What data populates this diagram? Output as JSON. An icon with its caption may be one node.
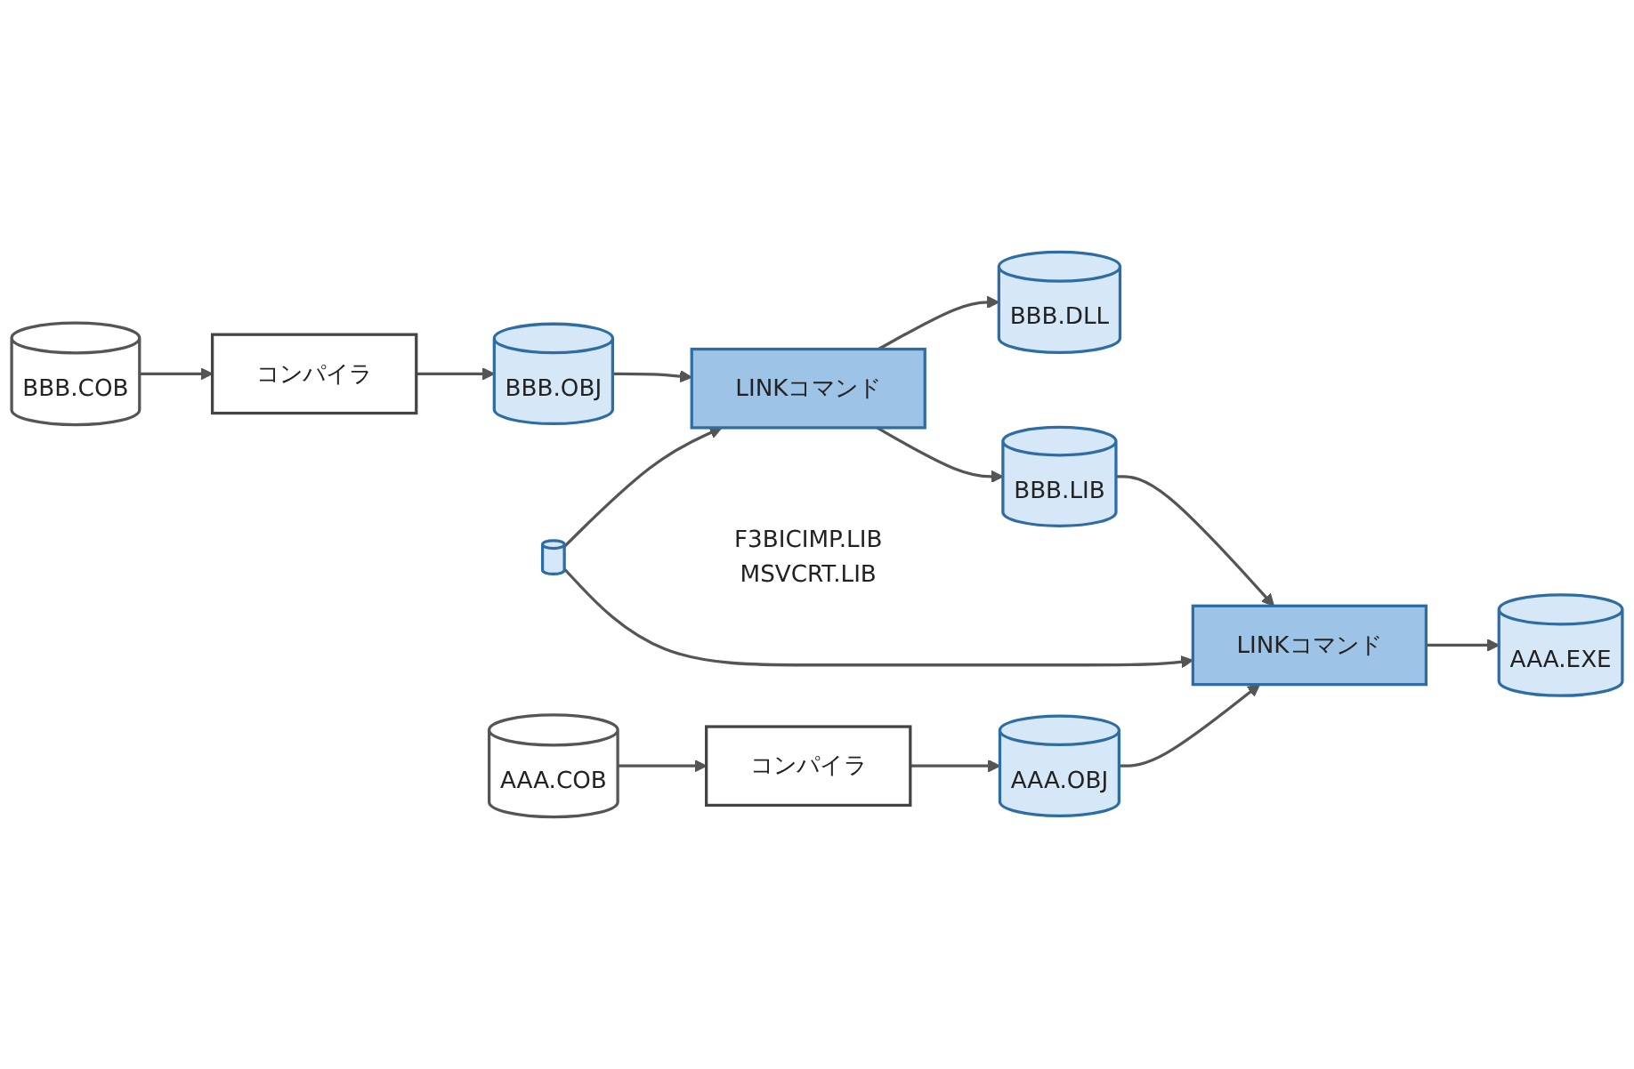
{
  "diagram": {
    "nodes": [
      {
        "text": [
          "BBB.COB"
        ]
      },
      {
        "text": [
          "コンパイラ"
        ]
      },
      {
        "text": [
          "BBB.OBJ"
        ]
      },
      {
        "text": [
          "LINKコマンド"
        ]
      },
      {
        "text": [
          "BBB.DLL"
        ]
      },
      {
        "text": [
          "BBB.LIB"
        ]
      },
      {
        "text": [],
        "shape": "cylinder",
        "beside": [
          "F3BICIMP.LIB",
          "MSVCRT.LIB"
        ]
      },
      {
        "text": [
          "AAA.COB"
        ]
      },
      {
        "text": [
          "コンパイラ"
        ]
      },
      {
        "text": [
          "AAA.OBJ"
        ]
      },
      {
        "text": [
          "LINKコマンド"
        ]
      },
      {
        "text": [
          "AAA.EXE"
        ]
      }
    ],
    "edges": [
      {
        "from": 0,
        "to": 1,
        "arrow": "to"
      },
      {
        "from": 1,
        "to": 2,
        "arrow": "to"
      },
      {
        "from": 2,
        "to": 3,
        "arrow": "to"
      },
      {
        "from": 3,
        "to": 4,
        "arrow": "to"
      },
      {
        "from": 3,
        "to": 5,
        "arrow": "to"
      },
      {
        "from": 6,
        "to": 3,
        "arrow": "to"
      },
      {
        "from": 5,
        "to": 10,
        "arrow": "to"
      },
      {
        "from": 6,
        "to": 10,
        "arrow": "to"
      },
      {
        "from": 7,
        "to": 8,
        "arrow": "to"
      },
      {
        "from": 8,
        "to": 9,
        "arrow": "to"
      },
      {
        "from": 9,
        "to": 10,
        "arrow": "to"
      },
      {
        "from": 10,
        "to": 11,
        "arrow": "to"
      }
    ]
  }
}
